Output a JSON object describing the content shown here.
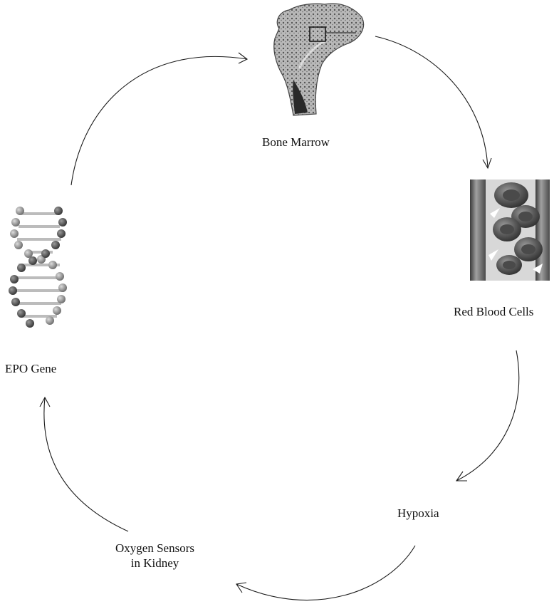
{
  "nodes": {
    "bone_marrow": {
      "label": "Bone Marrow"
    },
    "red_blood_cells": {
      "label": "Red Blood Cells"
    },
    "hypoxia": {
      "label": "Hypoxia"
    },
    "oxygen_sensors": {
      "line1": "Oxygen Sensors",
      "line2": "in Kidney"
    },
    "epo_gene": {
      "label": "EPO Gene"
    }
  },
  "colors": {
    "stroke": "#1a1a1a",
    "ink_dark": "#3a3a3a",
    "ink_mid": "#777777",
    "ink_light": "#c8c8c8"
  }
}
